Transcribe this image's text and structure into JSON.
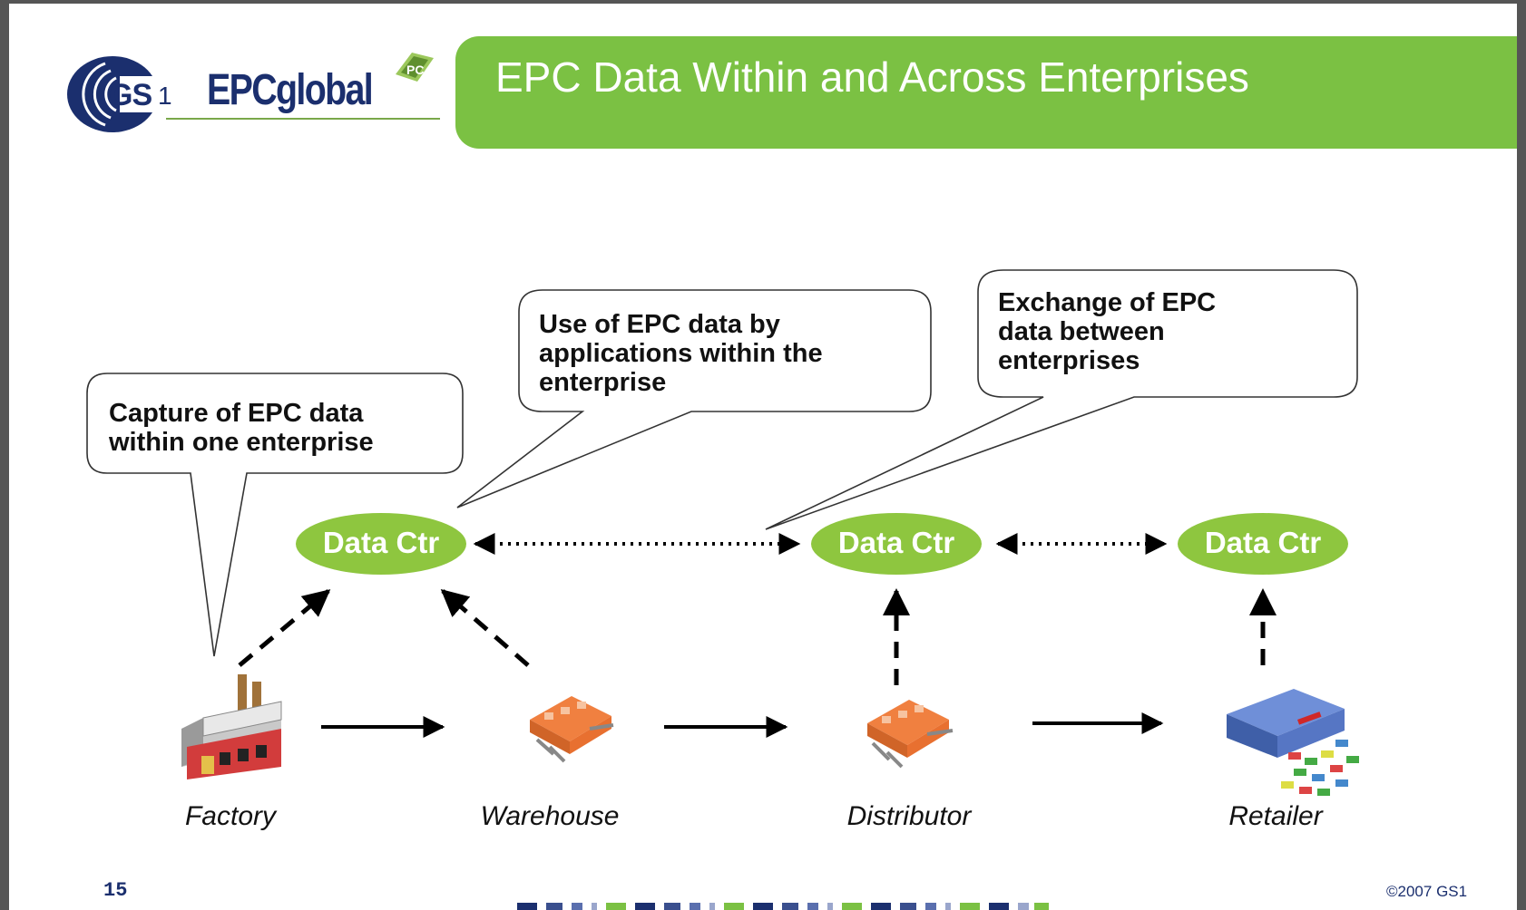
{
  "header": {
    "title": "EPC Data Within and Across Enterprises",
    "logo_gs1": "GS",
    "logo_gs1_number": "1",
    "logo_epcglobal": "EPCglobal"
  },
  "callouts": [
    {
      "text_lines": [
        "Capture of EPC data",
        "within one enterprise"
      ]
    },
    {
      "text_lines": [
        "Use of EPC data by",
        "applications within the",
        "enterprise"
      ]
    },
    {
      "text_lines": [
        "Exchange of EPC",
        "data between",
        "enterprises"
      ]
    }
  ],
  "data_centers": [
    "Data Ctr",
    "Data Ctr",
    "Data Ctr"
  ],
  "sites": [
    "Factory",
    "Warehouse",
    "Distributor",
    "Retailer"
  ],
  "footer": {
    "page_number": "15",
    "copyright": "©2007 GS1"
  },
  "colors": {
    "accent_green": "#7bc143",
    "node_green": "#8ec63f",
    "brand_navy": "#1b2f6e"
  },
  "icons": [
    "factory-icon",
    "warehouse-icon",
    "distributor-icon",
    "retailer-icon"
  ]
}
